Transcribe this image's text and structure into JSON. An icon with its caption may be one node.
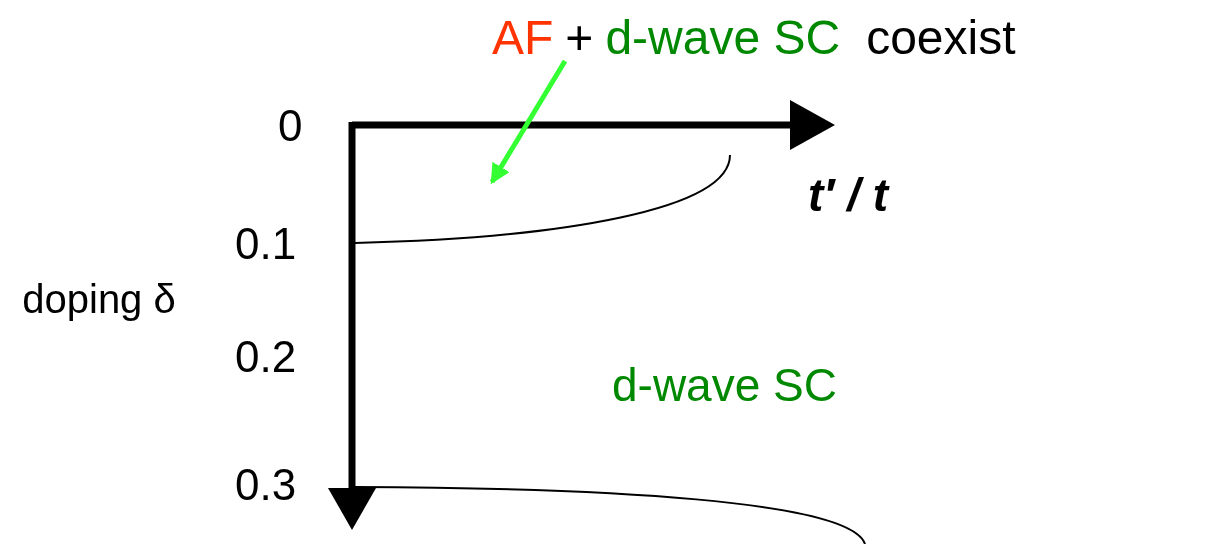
{
  "diagram": {
    "nodes": [
      {
        "text": [
          "AF",
          "+",
          "d-wave SC",
          "coexist"
        ]
      },
      {
        "text": [],
        "shape": "region"
      }
    ],
    "edges": [
      {
        "from": 0,
        "to": 1,
        "arrow": "to",
        "color": "#33ff33"
      }
    ],
    "labels": [
      "0",
      "0.1",
      "0.2",
      "0.3",
      "t′ / t",
      "doping δ",
      "d-wave SC"
    ]
  }
}
